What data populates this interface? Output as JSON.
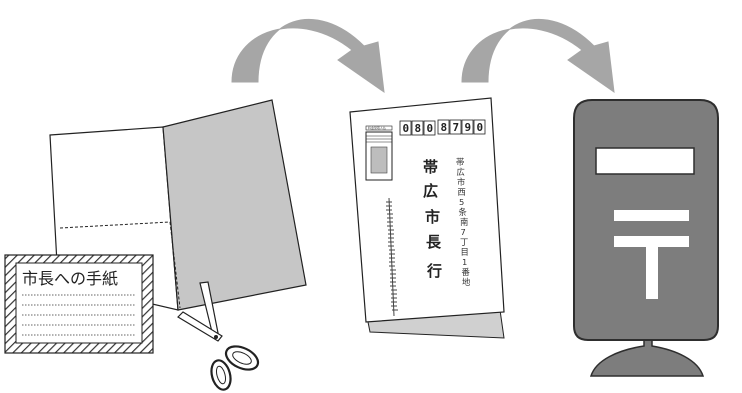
{
  "colors": {
    "arrow": "#a6a6a6",
    "panel_gray": "#c6c6c6",
    "mailbox": "#7d7d7d",
    "mailbox_outline": "#2e2e2e",
    "mailbox_symbol": "#ffffff"
  },
  "label_text": "市長への手紙",
  "envelope": {
    "zip_digits": [
      "0",
      "8",
      "0",
      "8",
      "7",
      "9",
      "0"
    ],
    "recipient_chars": [
      "帯",
      "広",
      "市",
      "長",
      "行"
    ],
    "address_chars": [
      "帯",
      "広",
      "市",
      "西",
      "5",
      "条",
      "南",
      "7",
      "丁",
      "目",
      "1",
      "番",
      "地"
    ],
    "stamp_text": "料金受取人払"
  },
  "icons": {
    "arrows": [
      "curved-arrow-icon",
      "curved-arrow-icon"
    ],
    "scissors": "scissors-icon",
    "mailbox": "mailbox-icon",
    "postal_mark": "postal-mark-icon"
  }
}
